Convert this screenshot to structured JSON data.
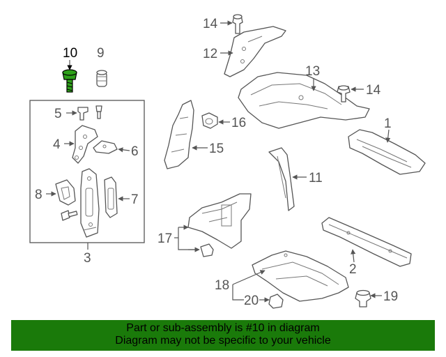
{
  "callouts": {
    "c1": "1",
    "c2": "2",
    "c3": "3",
    "c4": "4",
    "c5": "5",
    "c6": "6",
    "c7": "7",
    "c8": "8",
    "c9": "9",
    "c10": "10",
    "c11": "11",
    "c12": "12",
    "c13": "13",
    "c14a": "14",
    "c14b": "14",
    "c15": "15",
    "c16": "16",
    "c17": "17",
    "c18": "18",
    "c19": "19",
    "c20": "20"
  },
  "banner": {
    "line1": "Part or sub-assembly is #10 in diagram",
    "line2": "Diagram may not be specific to your vehicle"
  },
  "colors": {
    "highlight_part": "#2ea01a",
    "banner_bg": "#1a7a0a",
    "line_art": "#555555"
  }
}
